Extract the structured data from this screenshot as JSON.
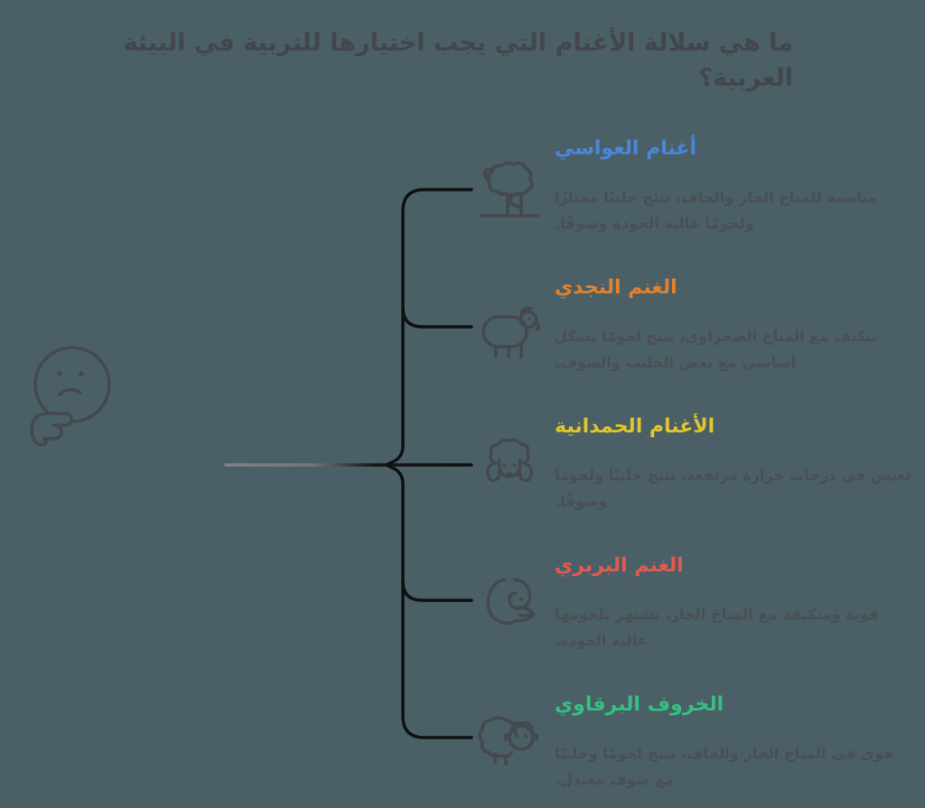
{
  "title": "ما هي سلالة الأغنام التي يجب اختيارها للتربية في البيئة العربية؟",
  "colors": {
    "background": "#4b5f66",
    "title-color": "#43474b",
    "desc-color": "#4a4f54",
    "connector-color": "#0e1012",
    "connector-fade": "#7e8285",
    "icon-color": "#45494d"
  },
  "thinker_icon": "thinking-face-icon",
  "branches": [
    {
      "heading": "أغنام العواسي",
      "color": "#4a86d8",
      "description": "مناسبة للمناخ الحار والجاف، تنتج حليبًا ممتازًا ولحومًا عالية الجودة وصوفًا.",
      "icon": "sheep-jumping-fence-icon"
    },
    {
      "heading": "الغنم النجدي",
      "color": "#e0812f",
      "description": "تتكيف مع المناخ الصحراوي، تنتج لحومًا بشكل أساسي مع بعض الحليب والصوف.",
      "icon": "standing-sheep-icon"
    },
    {
      "heading": "الأغنام الحمدانية",
      "color": "#ddc62f",
      "description": "تعيش في درجات حرارة مرتفعة، تنتج حليبًا ولحومًا وصوفًا.",
      "icon": "sheep-face-icon"
    },
    {
      "heading": "الغنم البربري",
      "color": "#e05a50",
      "description": "قوية ومتكيفة مع المناخ الحار، تشتهر بلحومها عالية الجودة.",
      "icon": "ram-head-icon"
    },
    {
      "heading": "الخروف البرقاوي",
      "color": "#35bf82",
      "description": "قوي في المناخ الحار والجاف، ينتج لحومًا وحليبًا مع صوف معتدل.",
      "icon": "sheep-looking-icon"
    }
  ]
}
